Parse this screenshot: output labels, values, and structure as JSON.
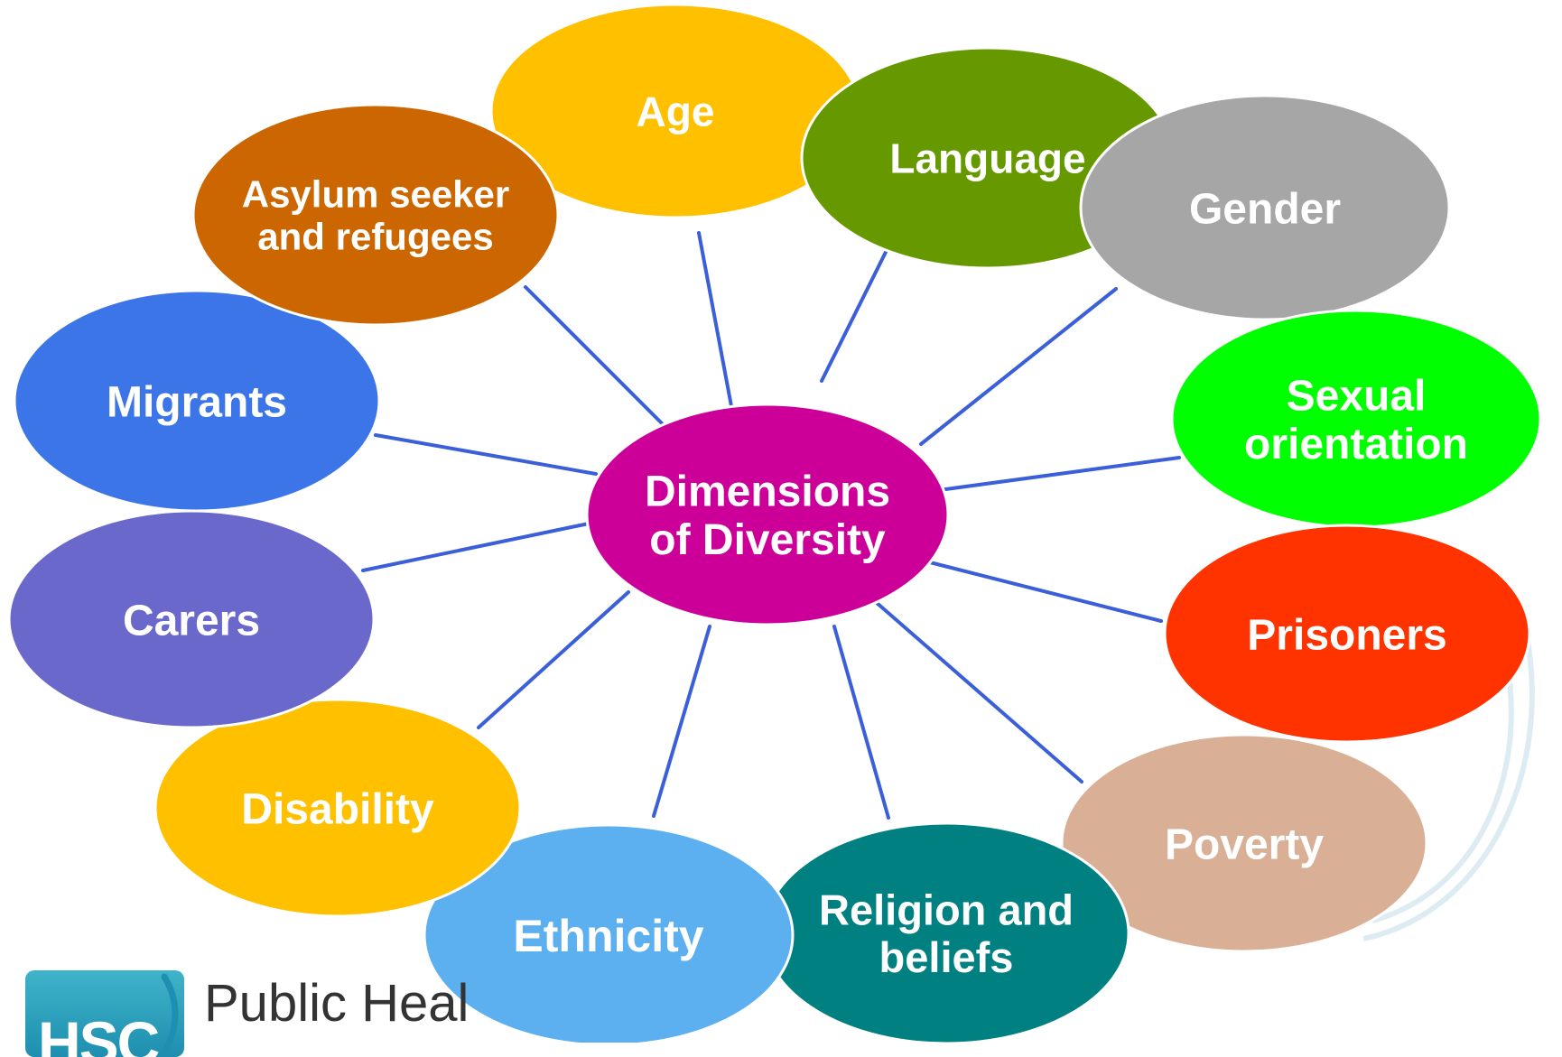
{
  "diagram": {
    "center": {
      "lines": [
        "Dimensions",
        "of Diversity"
      ],
      "color": "#cc0099"
    },
    "nodes": [
      {
        "id": "age",
        "lines": [
          "Age"
        ],
        "color": "#ffc000"
      },
      {
        "id": "language",
        "lines": [
          "Language"
        ],
        "color": "#669900"
      },
      {
        "id": "gender",
        "lines": [
          "Gender"
        ],
        "color": "#a6a6a6"
      },
      {
        "id": "sexual-orientation",
        "lines": [
          "Sexual",
          "orientation"
        ],
        "color": "#00ff00"
      },
      {
        "id": "prisoners",
        "lines": [
          "Prisoners"
        ],
        "color": "#ff3300"
      },
      {
        "id": "poverty",
        "lines": [
          "Poverty"
        ],
        "color": "#d9b096"
      },
      {
        "id": "religion",
        "lines": [
          "Religion and",
          "beliefs"
        ],
        "color": "#008080"
      },
      {
        "id": "ethnicity",
        "lines": [
          "Ethnicity"
        ],
        "color": "#5cb0f0"
      },
      {
        "id": "disability",
        "lines": [
          "Disability"
        ],
        "color": "#ffc000"
      },
      {
        "id": "carers",
        "lines": [
          "Carers"
        ],
        "color": "#6b68cc"
      },
      {
        "id": "migrants",
        "lines": [
          "Migrants"
        ],
        "color": "#3b75e8"
      },
      {
        "id": "asylum",
        "lines": [
          "Asylum seeker",
          "and refugees"
        ],
        "color": "#cc6600"
      }
    ]
  },
  "footer": {
    "logo_text": "HSC",
    "org_name": "Public Heal"
  }
}
